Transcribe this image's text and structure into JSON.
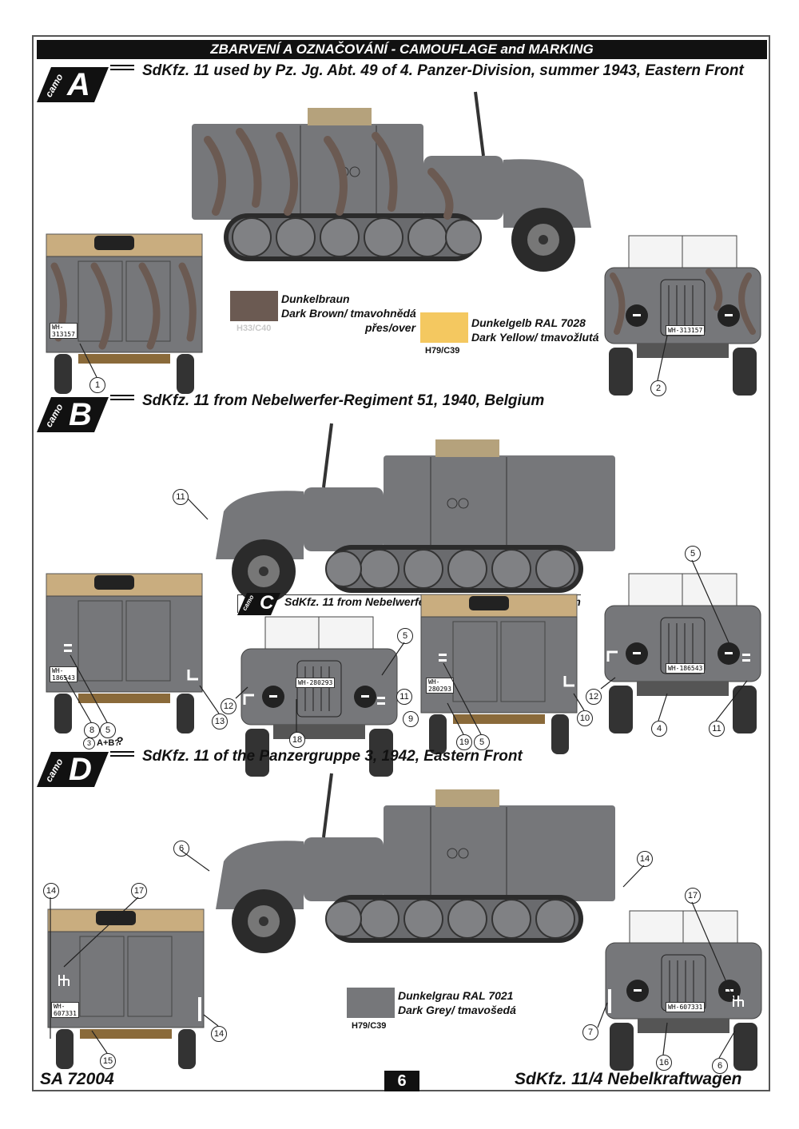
{
  "title_bar": "ZBARVENÍ A OZNAČOVÁNÍ - CAMOUFLAGE and MARKING",
  "schemes": [
    {
      "camo_word": "camo",
      "letter": "A",
      "caption": "SdKfz. 11  used by Pz. Jg. Abt. 49 of 4. Panzer-Division, summer 1943, Eastern Front"
    },
    {
      "camo_word": "camo",
      "letter": "B",
      "caption": "SdKfz. 11  from Nebelwerfer-Regiment 51, 1940, Belgium"
    },
    {
      "camo_word": "camo",
      "letter": "C",
      "caption": "SdKfz. 11  from Nebelwerfer-Regiment 51, 1940, Belgium"
    },
    {
      "camo_word": "camo",
      "letter": "D",
      "caption": "SdKfz. 11  of the Panzergruppe 3, 1942, Eastern Front"
    }
  ],
  "paints": {
    "dark_brown": {
      "line1": "Dunkelbraun",
      "line2": "Dark Brown/ tmavohnědá",
      "line3": "přes/over",
      "code": "H33/C40",
      "color": "#6b5a52"
    },
    "dark_yellow": {
      "line1": "Dunkelgelb RAL 7028",
      "line2": "Dark Yellow/ tmavožlutá",
      "code": "H79/C39",
      "color": "#f4c860"
    },
    "dark_grey": {
      "line1": "Dunkelgrau RAL 7021",
      "line2": "Dark Grey/ tmavošedá",
      "code": "H79/C39",
      "color": "#76777a"
    }
  },
  "plates": {
    "a_rear": [
      "WH-",
      "313157"
    ],
    "a_front": "WH-313157",
    "b_rear": [
      "WH-",
      "186543"
    ],
    "b_front": "WH-186543",
    "c_front": "WH-280293",
    "c_rear": [
      "WH-",
      "280293"
    ],
    "d_rear": [
      "WH-",
      "607331"
    ],
    "d_front": "WH-607331"
  },
  "callouts": {
    "c1": "1",
    "c2": "2",
    "c3": "3",
    "c3_note": "A+B?",
    "c4": "4",
    "c5": "5",
    "c6": "6",
    "c7": "7",
    "c8": "8",
    "c9": "9",
    "c10": "10",
    "c11": "11",
    "c12": "12",
    "c13": "13",
    "c14": "14",
    "c15": "15",
    "c16": "16",
    "c17": "17",
    "c18": "18",
    "c19": "19"
  },
  "footer": {
    "left": "SA 72004",
    "page": "6",
    "right": "SdKfz. 11/4 Nebelkraftwagen"
  }
}
